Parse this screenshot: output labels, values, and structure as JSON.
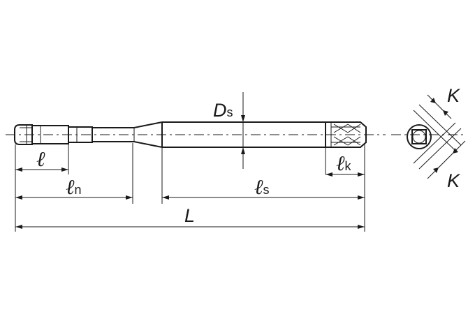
{
  "labels": {
    "l": {
      "main": "ℓ",
      "sub": ""
    },
    "ln": {
      "main": "ℓ",
      "sub": "n"
    },
    "ls": {
      "main": "ℓ",
      "sub": "s"
    },
    "lk": {
      "main": "ℓ",
      "sub": "k"
    },
    "L": {
      "main": "L",
      "sub": ""
    },
    "Ds": {
      "main": "D",
      "sub": "s"
    },
    "K_top": {
      "main": "K",
      "sub": ""
    },
    "K_bottom": {
      "main": "K",
      "sub": ""
    }
  }
}
